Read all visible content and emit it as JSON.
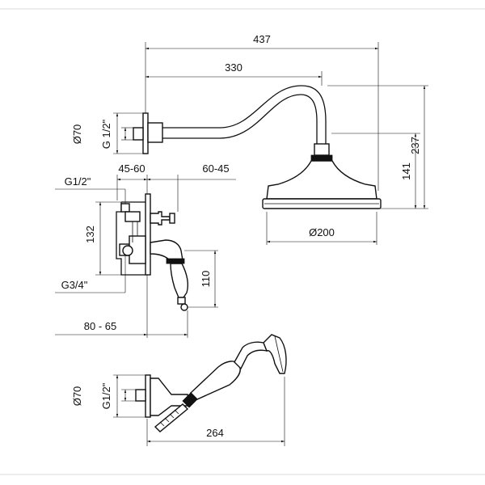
{
  "dimensions": {
    "d437": "437",
    "d330": "330",
    "d70_top": "Ø70",
    "g12_top": "G 1/2\"",
    "d237": "237",
    "d141": "141",
    "d45_60": "45-60",
    "d60_45": "60-45",
    "g12_valve": "G1/2\"",
    "d132": "132",
    "d200": "Ø200",
    "d110": "110",
    "g34": "G3/4\"",
    "d80_65": "80 - 65",
    "d70_bottom": "Ø70",
    "g12_bottom": "G1/2\"",
    "d264": "264"
  }
}
